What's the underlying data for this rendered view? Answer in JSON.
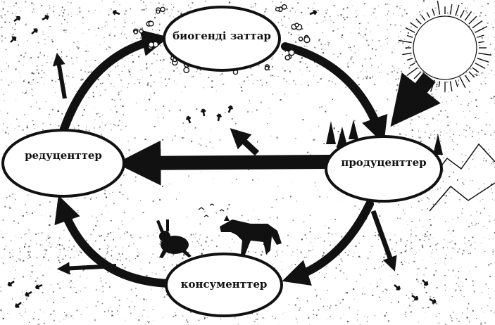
{
  "diagram": {
    "nodes": {
      "biogenic": {
        "label": "биогенді заттар"
      },
      "producers": {
        "label": "продуценттер"
      },
      "consumers": {
        "label": "консументтер"
      },
      "decomposers": {
        "label": "редуценттер"
      }
    },
    "icons": [
      "sun-icon",
      "hare-icon",
      "wolf-icon",
      "tree-icon",
      "mountain-icon",
      "bird-icon"
    ],
    "colors": {
      "ink": "#111111",
      "paper": "#ffffff",
      "speckle": "#2a2a2a"
    }
  }
}
